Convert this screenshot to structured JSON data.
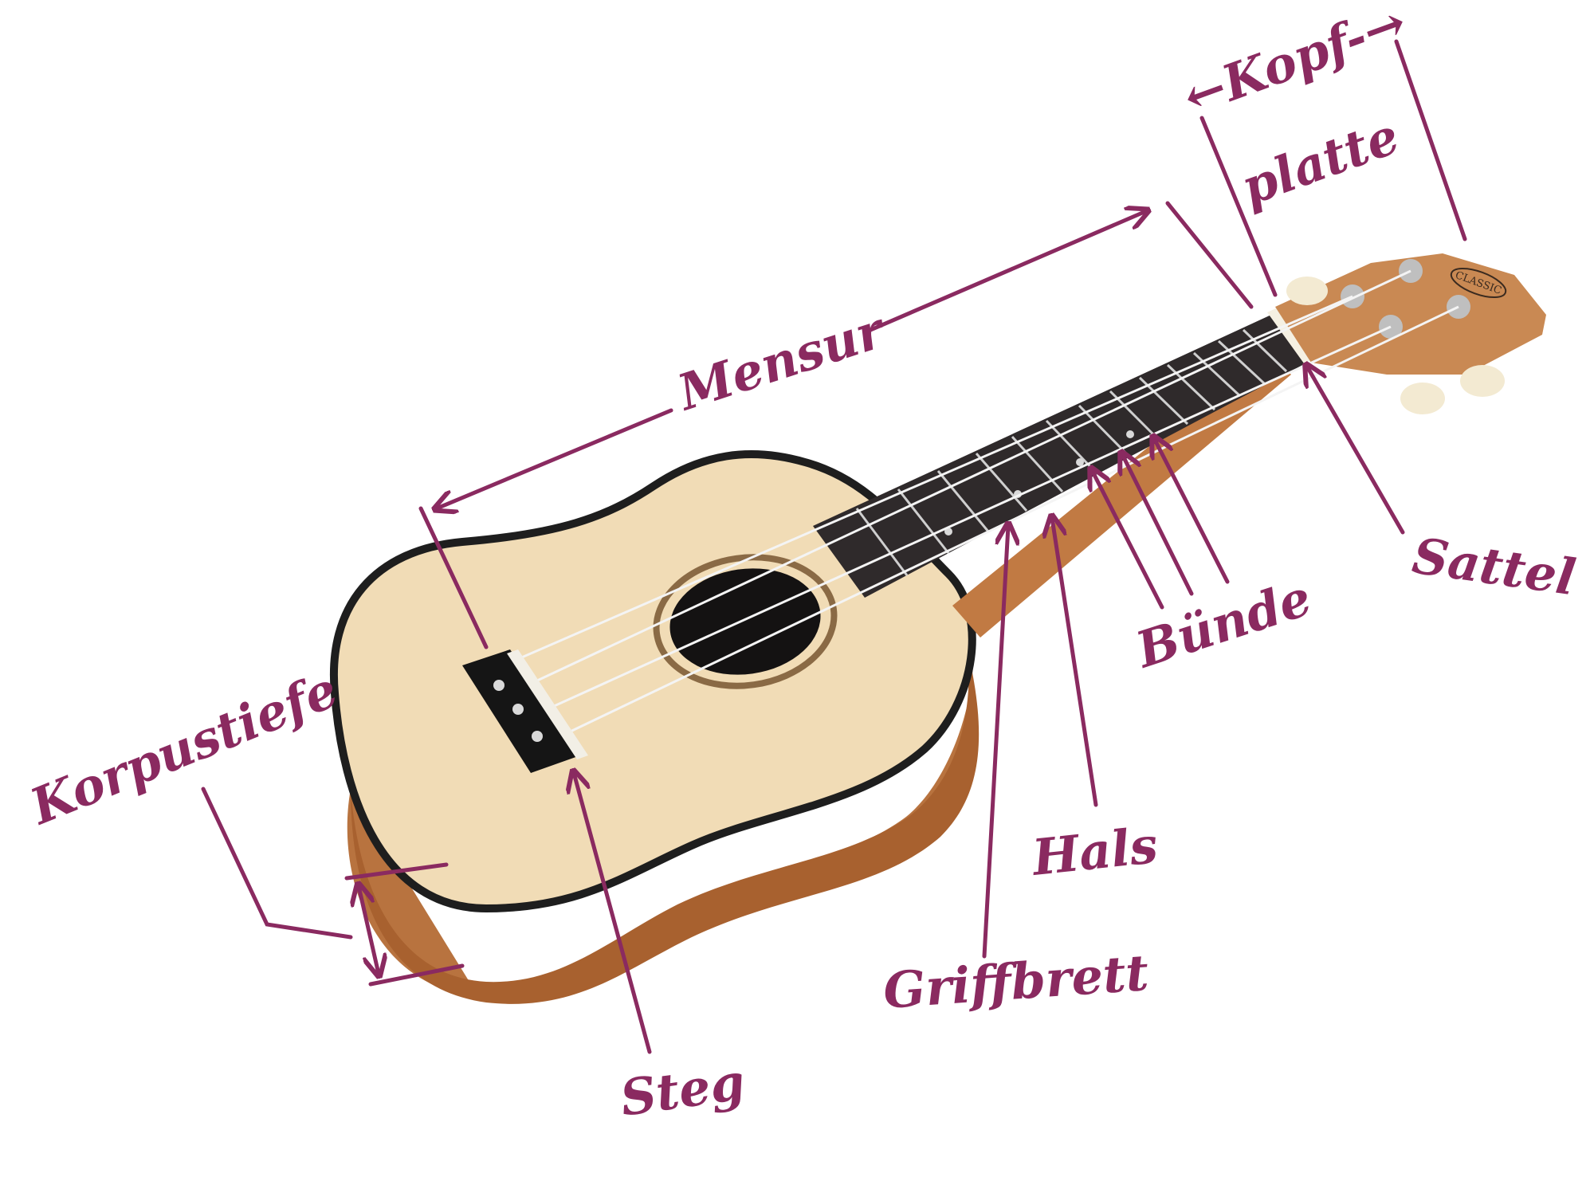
{
  "colors": {
    "annotation": "#8a2a60",
    "top_wood": "#f1dcb6",
    "side_wood": "#b8733f",
    "fretboard": "#2f2a2b",
    "headstock": "#c98953",
    "tuner_button": "#f3ead2"
  },
  "labels": {
    "kopfplatte_line1": "←Kopf-→",
    "kopfplatte_line2": "platte",
    "mensur": "Mensur",
    "sattel": "Sattel",
    "buende": "Bünde",
    "hals": "Hals",
    "griffbrett": "Griffbrett",
    "steg": "Steg",
    "korpustiefe": "Korpustiefe"
  },
  "headstock_logo": "CLASSIC"
}
